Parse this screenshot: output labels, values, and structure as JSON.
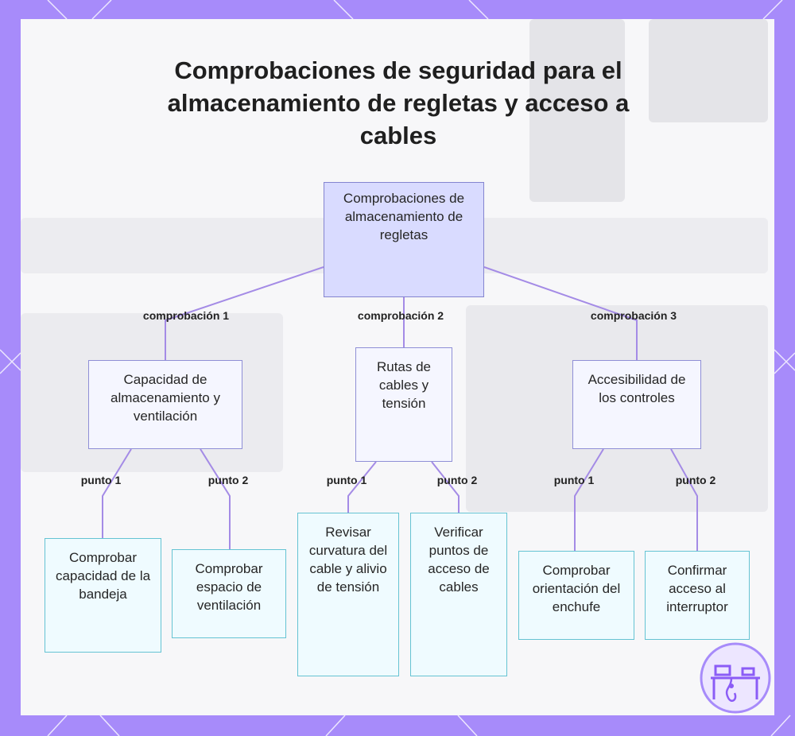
{
  "title": "Comprobaciones de seguridad para el almacenamiento de regletas y acceso a cables",
  "colors": {
    "frame": "#a78bfa",
    "edge": "#a48be6",
    "root_fill": "#d9dbff",
    "branch_fill": "#f5f6ff",
    "branch_border": "#8f8fd6",
    "leaf_fill": "#effbff",
    "leaf_border": "#65c3d3"
  },
  "nodes": {
    "root": "Comprobaciones de almacenamiento de regletas",
    "b1": "Capacidad de almacenamiento y ventilación",
    "b2": "Rutas de cables y tensión",
    "b3": "Accesibilidad de los controles",
    "l1": "Comprobar capacidad de la bandeja",
    "l2": "Comprobar espacio de ventilación",
    "l3": "Revisar curvatura del cable y alivio de tensión",
    "l4": "Verificar puntos de acceso de cables",
    "l5": "Comprobar orientación del enchufe",
    "l6": "Confirmar acceso al interruptor"
  },
  "edges": {
    "c1": "comprobación 1",
    "c2": "comprobación 2",
    "c3": "comprobación 3",
    "p1": "punto 1",
    "p2": "punto 2",
    "p3": "punto 1",
    "p4": "punto 2",
    "p5": "punto 1",
    "p6": "punto 2"
  },
  "logo_icon": "workspace-desk-icon"
}
